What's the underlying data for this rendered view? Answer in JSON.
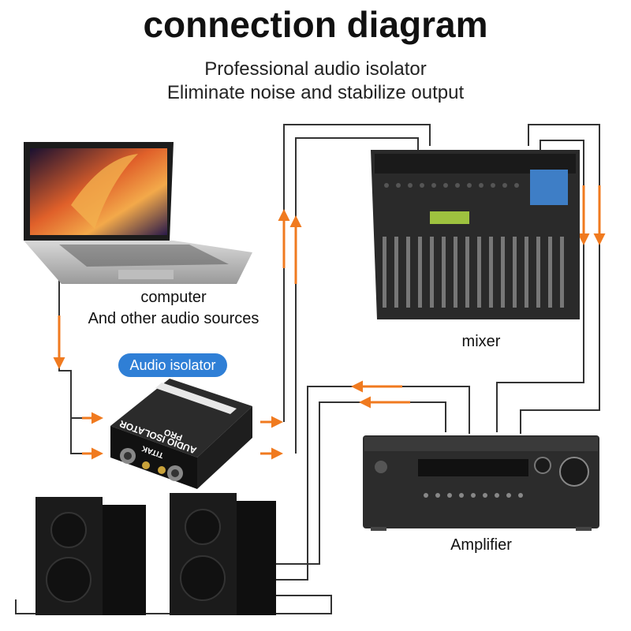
{
  "header": {
    "title": "connection diagram",
    "subtitle_1": "Professional audio isolator",
    "subtitle_2": "Eliminate noise and stabilize output"
  },
  "devices": {
    "computer_label_1": "computer",
    "computer_label_2": "And other audio sources",
    "isolator_badge": "Audio isolator",
    "isolator_brand": "TITAK",
    "isolator_name": "AUDIO ISOLATOR",
    "isolator_model": "PRO",
    "mixer_label": "mixer",
    "amplifier_label": "Amplifier"
  },
  "colors": {
    "arrow": "#f07a1f",
    "wire": "#333333",
    "badge": "#2f7fd6"
  },
  "icons": [
    "laptop-icon",
    "mixer-icon",
    "isolator-icon",
    "amplifier-icon",
    "speaker-icon"
  ]
}
